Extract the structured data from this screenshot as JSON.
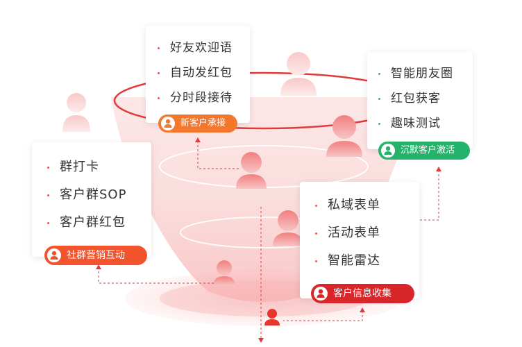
{
  "colors": {
    "accent_red": "#e03a3a",
    "orange": "#f4772e",
    "green": "#25b36b",
    "red_orange": "#f2542d",
    "deep_red": "#d9262b"
  },
  "welcome": {
    "items": [
      "好友欢迎语",
      "自动发红包",
      "分时段接待"
    ],
    "tag": "新客户承接",
    "tag_icon": "user-icon"
  },
  "silent": {
    "items": [
      "智能朋友圈",
      "红包获客",
      "趣味测试"
    ],
    "tag": "沉默客户激活",
    "tag_icon": "user-icon"
  },
  "community": {
    "items": [
      "群打卡",
      "客户群SOP",
      "客户群红包"
    ],
    "tag": "社群营销互动",
    "tag_icon": "user-icon"
  },
  "collect": {
    "items": [
      "私域表单",
      "活动表单",
      "智能雷达"
    ],
    "tag": "客户信息收集",
    "tag_icon": "user-icon"
  }
}
